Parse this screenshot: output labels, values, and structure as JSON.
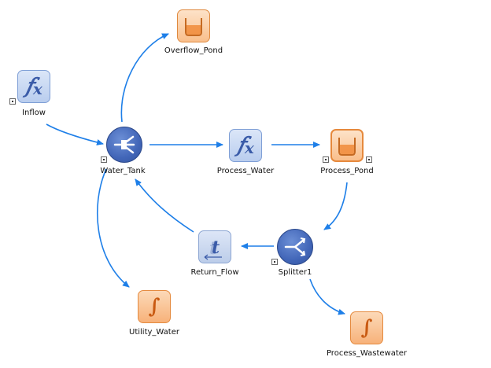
{
  "colors": {
    "arrow": "#1e7fe8",
    "fx_fill": "#c8d8f3",
    "pond_fill": "#fbcfa6",
    "integrator_fill": "#f9c59a",
    "circle_fill": "#4266b8"
  },
  "nodes": {
    "inflow": {
      "label": "Inflow",
      "icon": "fx-icon"
    },
    "overflow_pond": {
      "label": "Overflow_Pond",
      "icon": "pond-icon"
    },
    "water_tank": {
      "label": "Water_Tank",
      "icon": "tank-icon"
    },
    "process_water": {
      "label": "Process_Water",
      "icon": "fx-icon"
    },
    "process_pond": {
      "label": "Process_Pond",
      "icon": "pond-icon"
    },
    "return_flow": {
      "label": "Return_Flow",
      "icon": "time-delay-icon"
    },
    "splitter1": {
      "label": "Splitter1",
      "icon": "splitter-icon"
    },
    "utility_water": {
      "label": "Utility_Water",
      "icon": "integrator-icon"
    },
    "process_wastewater": {
      "label": "Process_Wastewater",
      "icon": "integrator-icon"
    }
  },
  "edges": [
    {
      "from": "Inflow",
      "to": "Water_Tank"
    },
    {
      "from": "Water_Tank",
      "to": "Overflow_Pond"
    },
    {
      "from": "Water_Tank",
      "to": "Process_Water"
    },
    {
      "from": "Process_Water",
      "to": "Process_Pond"
    },
    {
      "from": "Process_Pond",
      "to": "Splitter1"
    },
    {
      "from": "Splitter1",
      "to": "Return_Flow"
    },
    {
      "from": "Return_Flow",
      "to": "Water_Tank"
    },
    {
      "from": "Water_Tank",
      "to": "Utility_Water"
    },
    {
      "from": "Splitter1",
      "to": "Process_Wastewater"
    }
  ]
}
